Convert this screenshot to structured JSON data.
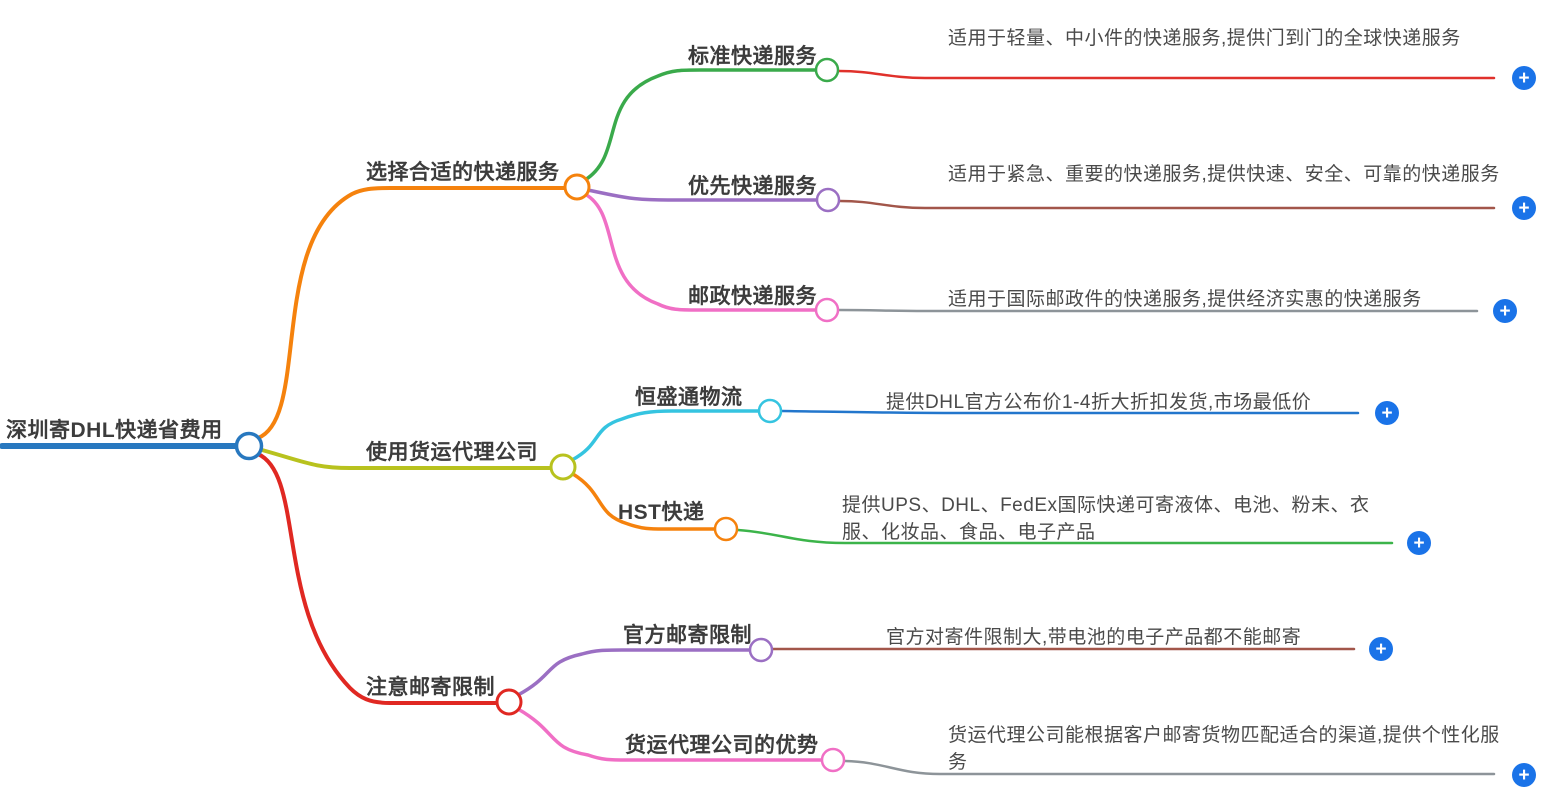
{
  "root": {
    "label": "深圳寄DHL快递省费用",
    "color": "#2878bf"
  },
  "branches": [
    {
      "label": "选择合适的快递服务",
      "color": "#f5820d",
      "children": [
        {
          "label": "标准快递服务",
          "color": "#3aaa4b",
          "desc": "适用于轻量、中小件的快递服务,提供门到门的全球快递服务",
          "desc_color": "#e0312b"
        },
        {
          "label": "优先快递服务",
          "color": "#9b6fc3",
          "desc": "适用于紧急、重要的快递服务,提供快速、安全、可靠的快递服务",
          "desc_color": "#a2564a"
        },
        {
          "label": "邮政快递服务",
          "color": "#f06fc5",
          "desc": "适用于国际邮政件的快递服务,提供经济实惠的快递服务",
          "desc_color": "#8d9499"
        }
      ]
    },
    {
      "label": "使用货运代理公司",
      "color": "#b8c21e",
      "children": [
        {
          "label": "恒盛通物流",
          "color": "#35c4e0",
          "desc": "提供DHL官方公布价1-4折大折扣发货,市场最低价",
          "desc_color": "#2276cc"
        },
        {
          "label": "HST快递",
          "color": "#f5820d",
          "desc": "提供UPS、DHL、FedEx国际快递可寄液体、电池、粉末、衣服、化妆品、食品、电子产品",
          "desc_color": "#3cb44a"
        }
      ]
    },
    {
      "label": "注意邮寄限制",
      "color": "#e02822",
      "children": [
        {
          "label": "官方邮寄限制",
          "color": "#9b6fc3",
          "desc": "官方对寄件限制大,带电池的电子产品都不能邮寄",
          "desc_color": "#a2564a"
        },
        {
          "label": "货运代理公司的优势",
          "color": "#f06fc5",
          "desc": "货运代理公司能根据客户邮寄货物匹配适合的渠道,提供个性化服务",
          "desc_color": "#8d9499"
        }
      ]
    }
  ],
  "icons": {
    "add_button": "+",
    "add_button_color": "#1a73e8"
  }
}
